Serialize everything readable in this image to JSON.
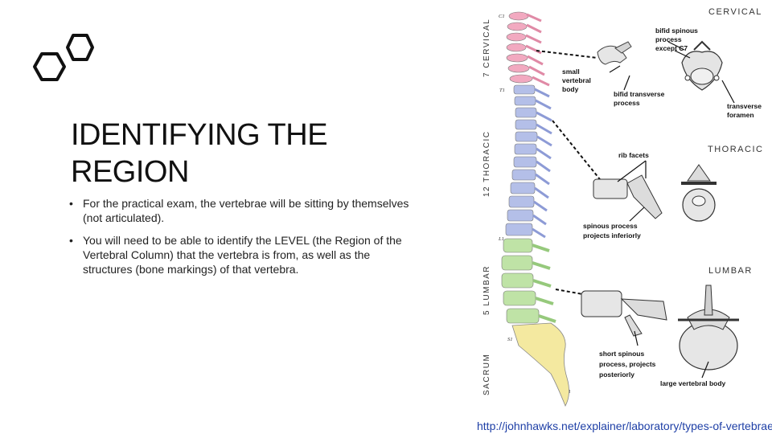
{
  "slide": {
    "title_line1": "IDENTIFYING THE",
    "title_line2": "REGION",
    "bullets": [
      "For the practical exam, the vertebrae will be sitting by themselves (not articulated).",
      "You will need to be able to identify the LEVEL (the Region of the Vertebral Column) that the vertebra is from, as well as the structures (bone markings) of that vertebra."
    ]
  },
  "figure": {
    "side_labels": {
      "cervical": "7 CERVICAL",
      "thoracic": "12 THORACIC",
      "lumbar": "5 LUMBAR",
      "sacrum": "SACRUM"
    },
    "headings": {
      "cervical": "CERVICAL",
      "thoracic": "THORACIC",
      "lumbar": "LUMBAR"
    },
    "labels": {
      "bifid_1": "bifid spinous",
      "bifid_2": "process",
      "bifid_3": "except C7",
      "small_1": "small",
      "small_2": "vertebral",
      "small_3": "body",
      "bifid_tp_1": "bifid transverse",
      "bifid_tp_2": "process",
      "tf_1": "transverse",
      "tf_2": "foramen",
      "rib_facets": "rib facets",
      "sp_inf_1": "spinous process",
      "sp_inf_2": "projects inferiorly",
      "short_1": "short spinous",
      "short_2": "process, projects",
      "short_3": "posteriorly",
      "large_body": "large vertebral body"
    },
    "level_numbers": {
      "c1": "C1",
      "t1": "T1",
      "l1": "L1",
      "s1": "S1",
      "co1": "Co1"
    },
    "source_url": "http://johnhawks.net/explainer/laboratory/types-of-vertebrae/"
  },
  "colors": {
    "cervical": "#f2a9c0",
    "thoracic": "#b4bfe8",
    "lumbar": "#bfe3a6",
    "sacrum": "#f4e9a0",
    "link": "#1e3fa6"
  }
}
